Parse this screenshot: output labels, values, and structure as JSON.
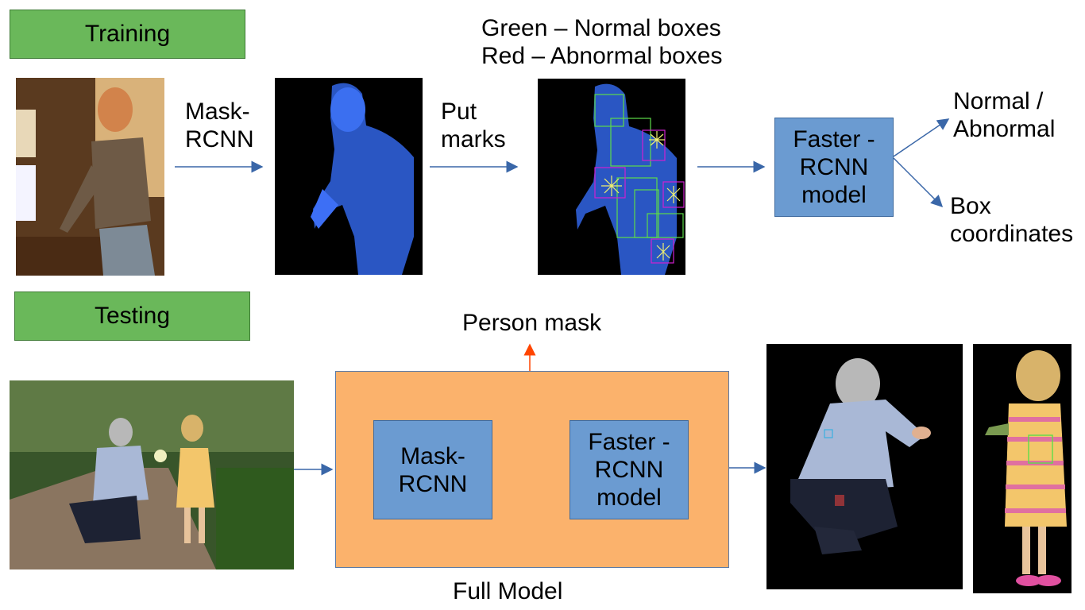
{
  "training": {
    "tag": "Training",
    "step1_label": [
      "Mask-",
      "RCNN"
    ],
    "step2_label": [
      "Put",
      "marks"
    ],
    "legend": [
      "Green – Normal boxes",
      "Red – Abnormal boxes"
    ],
    "model_box": [
      "Faster -",
      "RCNN",
      "model"
    ],
    "output_1": [
      "Normal /",
      "Abnormal"
    ],
    "output_2": [
      "Box",
      "coordinates"
    ]
  },
  "testing": {
    "tag": "Testing",
    "mask_box": [
      "Mask-",
      "RCNN"
    ],
    "model_box": [
      "Faster -",
      "RCNN",
      "model"
    ],
    "person_mask_label": "Person mask",
    "full_model_label": "Full Model"
  },
  "colors": {
    "tag_green": "#6ab85a",
    "box_blue": "#6b9bd1",
    "full_model_orange": "#fbb26c",
    "arrow_blue": "#3a67a8",
    "arrow_red": "#ff4500",
    "normal_box": "#5ddc4a",
    "abnormal_box": "#d020d0"
  }
}
